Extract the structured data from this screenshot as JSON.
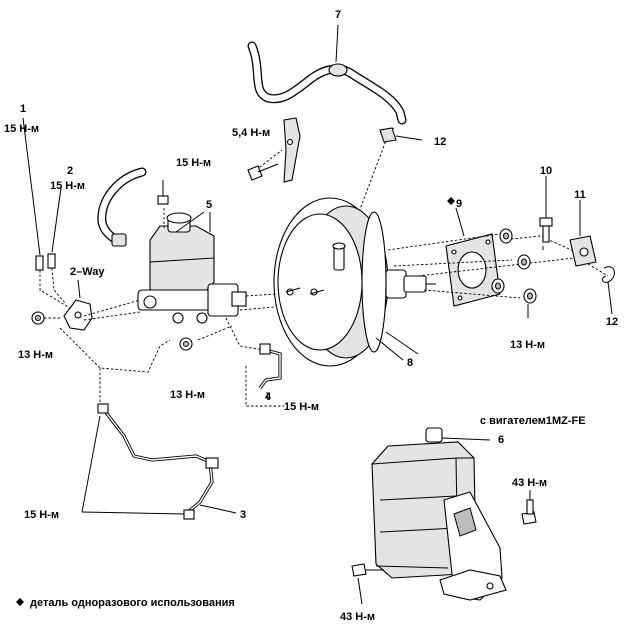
{
  "labels": {
    "p1_num": "1",
    "p1_torque": "15 Н-м",
    "p2_num": "2",
    "p2_torque": "15 Н-м",
    "two_way": "2–Way",
    "nut_left_torque": "13 Н-м",
    "mc_torque": "15 Н-м",
    "p5_num": "5",
    "bolt_torque": "5,4 Н-м",
    "p7_num": "7",
    "p12_top_num": "12",
    "p9_num": "9",
    "p10_num": "10",
    "p11_num": "11",
    "p12_right_num": "12",
    "nut_right_torque": "13 Н-м",
    "nut_mid_torque": "13 Н-м",
    "p4_num": "4",
    "p4_torque": "15 Н-м",
    "p8_num": "8",
    "engine_note": "с вигателем1MZ-FE",
    "p6_num": "6",
    "p6_torque_top": "43 Н-м",
    "p6_torque_bottom": "43 Н-м",
    "p3_num": "3",
    "p3_torque": "15 Н-м",
    "legend_text": "деталь одноразового использования"
  },
  "legend_symbol": "diamond",
  "colors": {
    "ink": "#000000",
    "paper": "#ffffff"
  }
}
